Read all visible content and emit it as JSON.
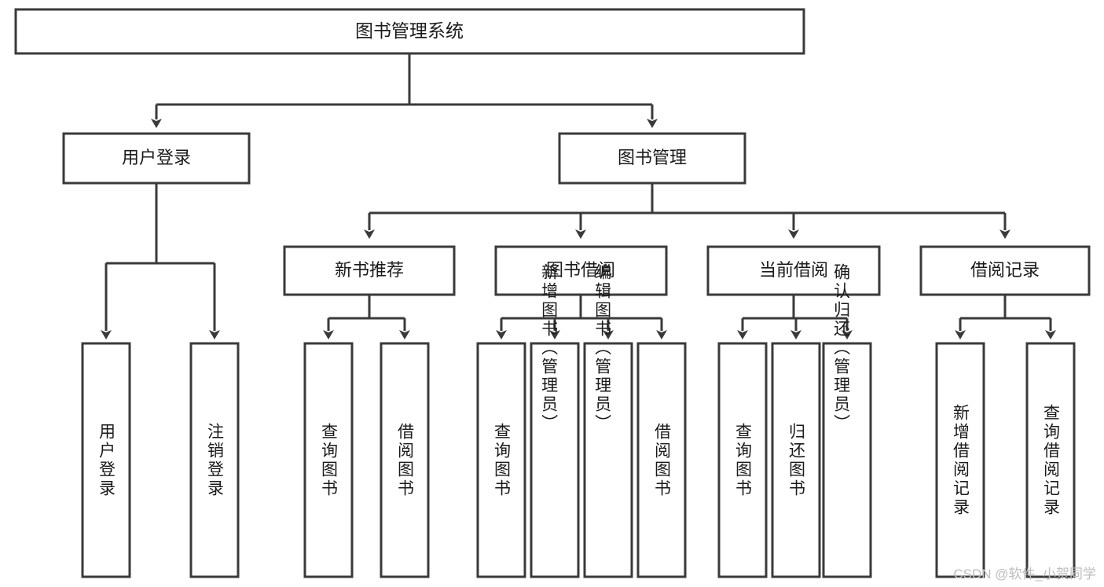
{
  "diagram": {
    "type": "tree-hierarchy-chart",
    "title": "图书管理系统",
    "watermark": "CSDN @软件_小贺同学",
    "colors": {
      "box_stroke": "#3a3a3a",
      "box_fill": "#ffffff",
      "text": "#1a1a1a",
      "background": "#ffffff",
      "watermark": "#bdbdbd"
    },
    "root": {
      "label": "图书管理系统"
    },
    "level1": [
      {
        "label": "用户登录"
      },
      {
        "label": "图书管理"
      }
    ],
    "level2": [
      {
        "label": "新书推荐"
      },
      {
        "label": "图书借阅"
      },
      {
        "label": "当前借阅"
      },
      {
        "label": "借阅记录"
      }
    ],
    "leaves": {
      "user_login": [
        {
          "label": "用户登录"
        },
        {
          "label": "注销登录"
        }
      ],
      "new_book_recommend": [
        {
          "label": "查询图书"
        },
        {
          "label": "借阅图书"
        }
      ],
      "book_borrow": [
        {
          "label": "查询图书"
        },
        {
          "label": "新增图书（管理员）"
        },
        {
          "label": "编辑图书（管理员）"
        },
        {
          "label": "借阅图书"
        }
      ],
      "current_borrow": [
        {
          "label": "查询图书"
        },
        {
          "label": "归还图书"
        },
        {
          "label": "确认归还（管理员）"
        }
      ],
      "borrow_record": [
        {
          "label": "新增借阅记录"
        },
        {
          "label": "查询借阅记录"
        }
      ]
    }
  }
}
